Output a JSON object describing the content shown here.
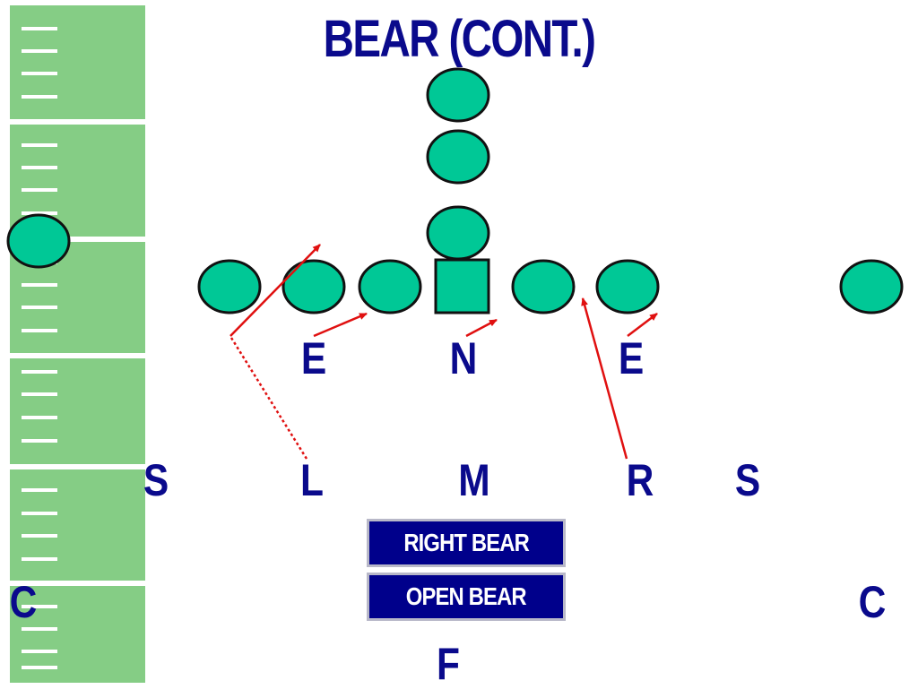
{
  "title": "BEAR (CONT.)",
  "colors": {
    "field_green": "#85cd85",
    "player_fill": "#00c896",
    "defense_text": "#0a0a8c",
    "arrow_red": "#e01010",
    "button_fill": "#00008b"
  },
  "defense": {
    "end_left": "E",
    "nose": "N",
    "end_right": "E",
    "safety_left": "S",
    "lb_left": "L",
    "lb_mid": "M",
    "lb_right": "R",
    "safety_right": "S",
    "corner_left": "C",
    "corner_right": "C",
    "free_safety": "F"
  },
  "calls": {
    "primary": "RIGHT BEAR",
    "secondary": "OPEN BEAR"
  }
}
